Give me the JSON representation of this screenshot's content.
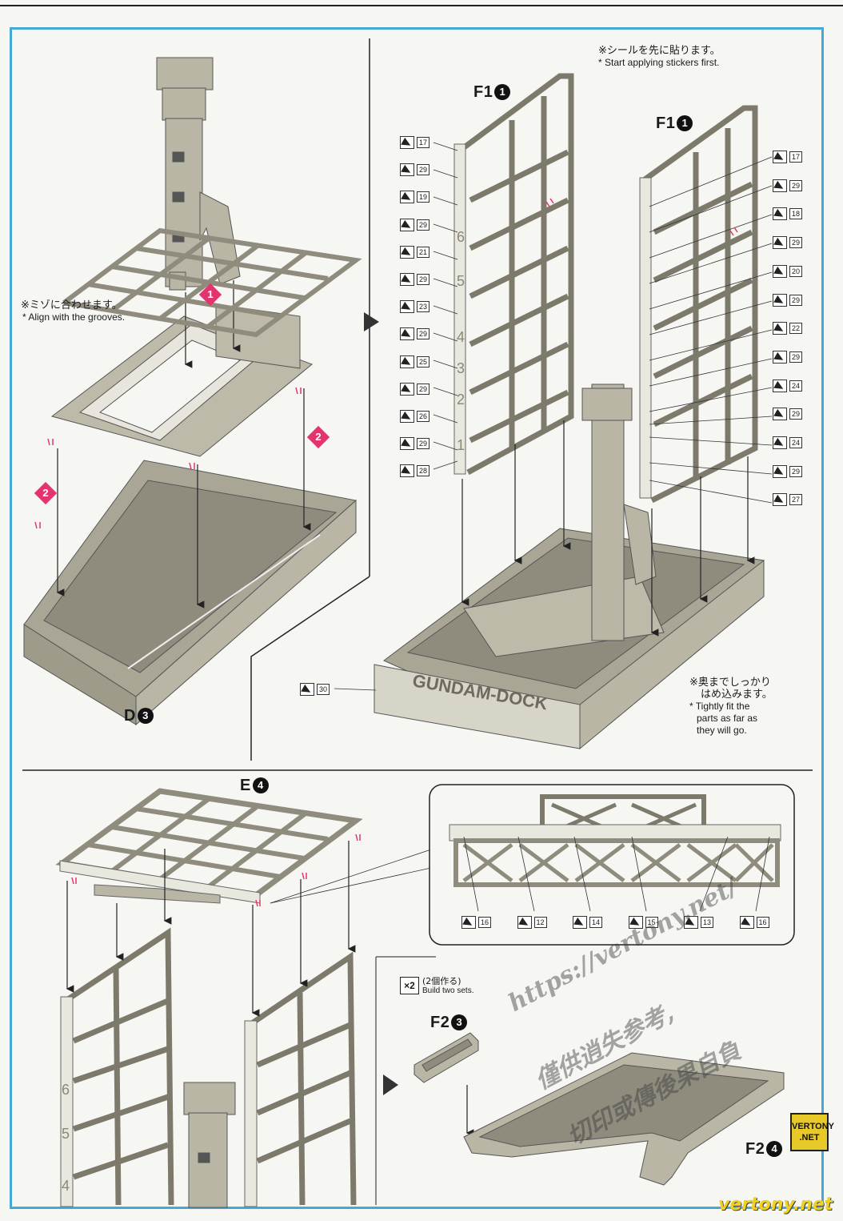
{
  "notes": {
    "grooves_jp": "※ミゾに合わせます。",
    "grooves_en": "* Align with the grooves.",
    "stickers_jp": "※シールを先に貼ります。",
    "stickers_en": "* Start applying stickers first.",
    "fit_jp_1": "※奥までしっかり",
    "fit_jp_2": "はめ込みます。",
    "fit_en_1": "* Tightly fit the",
    "fit_en_2": "parts as far as",
    "fit_en_3": "they will go.",
    "two_sets_jp": "(2個作る)",
    "two_sets_en": "Build two sets.",
    "two_sets_badge": "×2"
  },
  "labels": {
    "f1_left": "F1",
    "f1_left_num": "1",
    "f1_right": "F1",
    "f1_right_num": "1",
    "d3": "D",
    "d3_num": "3",
    "e4": "E",
    "e4_num": "4",
    "f2_top": "F2",
    "f2_top_num": "3",
    "f2_bottom": "F2",
    "f2_bottom_num": "4",
    "step1": "1",
    "step2a": "2",
    "step2b": "2",
    "dock_print": "GUNDAM-DOCK"
  },
  "stickers_left_column": [
    "17",
    "29",
    "19",
    "29",
    "21",
    "29",
    "23",
    "29",
    "25",
    "29",
    "26",
    "29",
    "28"
  ],
  "stickers_right_column": [
    "17",
    "29",
    "18",
    "29",
    "20",
    "29",
    "22",
    "29",
    "24",
    "29",
    "24",
    "29",
    "27"
  ],
  "sticker_base": "30",
  "stickers_detail": [
    "16",
    "12",
    "14",
    "15",
    "13",
    "16"
  ],
  "tower_numbers": [
    "6",
    "5",
    "4",
    "3",
    "2",
    "1"
  ],
  "tower_numbers_bottom": [
    "6",
    "5",
    "4"
  ],
  "watermark": {
    "url": "https://vertony.net/",
    "line2": "僅供逍失参考,",
    "line3": "切印或傳後果自負",
    "site": "vertony.net",
    "logo_line1": "VERTONY",
    "logo_line2": ".NET"
  },
  "colors": {
    "frame_border": "#45a8d6",
    "step_badge": "#e4346f",
    "part_gray": "#b9b6a6",
    "part_dark": "#8f8c7e"
  }
}
